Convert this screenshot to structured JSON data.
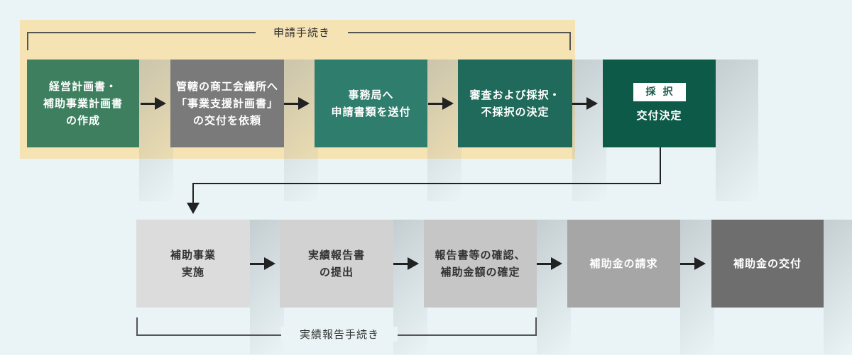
{
  "application_bracket": {
    "label": "申請手続き"
  },
  "report_bracket": {
    "label": "実績報告手続き"
  },
  "row1": [
    {
      "text": "経営計画書・\n補助事業計画書\nの作成",
      "color": "#3d7f5e",
      "text_color": "#ffffff"
    },
    {
      "text": "管轄の商工会議所へ\n「事業支援計画書」\nの交付を依頼",
      "color": "#7a7a7a",
      "text_color": "#ffffff"
    },
    {
      "text": "事務局へ\n申請書類を送付",
      "color": "#2f7d6d",
      "text_color": "#ffffff"
    },
    {
      "text": "審査および採択・\n不採択の決定",
      "color": "#1f6a5a",
      "text_color": "#ffffff"
    }
  ],
  "final_box": {
    "badge": "採択",
    "text": "交付決定",
    "color": "#0d5a49",
    "text_color": "#ffffff"
  },
  "row2": [
    {
      "text": "補助事業\n実施",
      "color": "#dcdcdc",
      "text_color": "#333333"
    },
    {
      "text": "実績報告書\nの提出",
      "color": "#d2d2d2",
      "text_color": "#333333"
    },
    {
      "text": "報告書等の確認、\n補助金額の確定",
      "color": "#c6c6c6",
      "text_color": "#333333"
    },
    {
      "text": "補助金の請求",
      "color": "#a6a6a6",
      "text_color": "#ffffff"
    },
    {
      "text": "補助金の交付",
      "color": "#6e6e6e",
      "text_color": "#ffffff"
    }
  ]
}
